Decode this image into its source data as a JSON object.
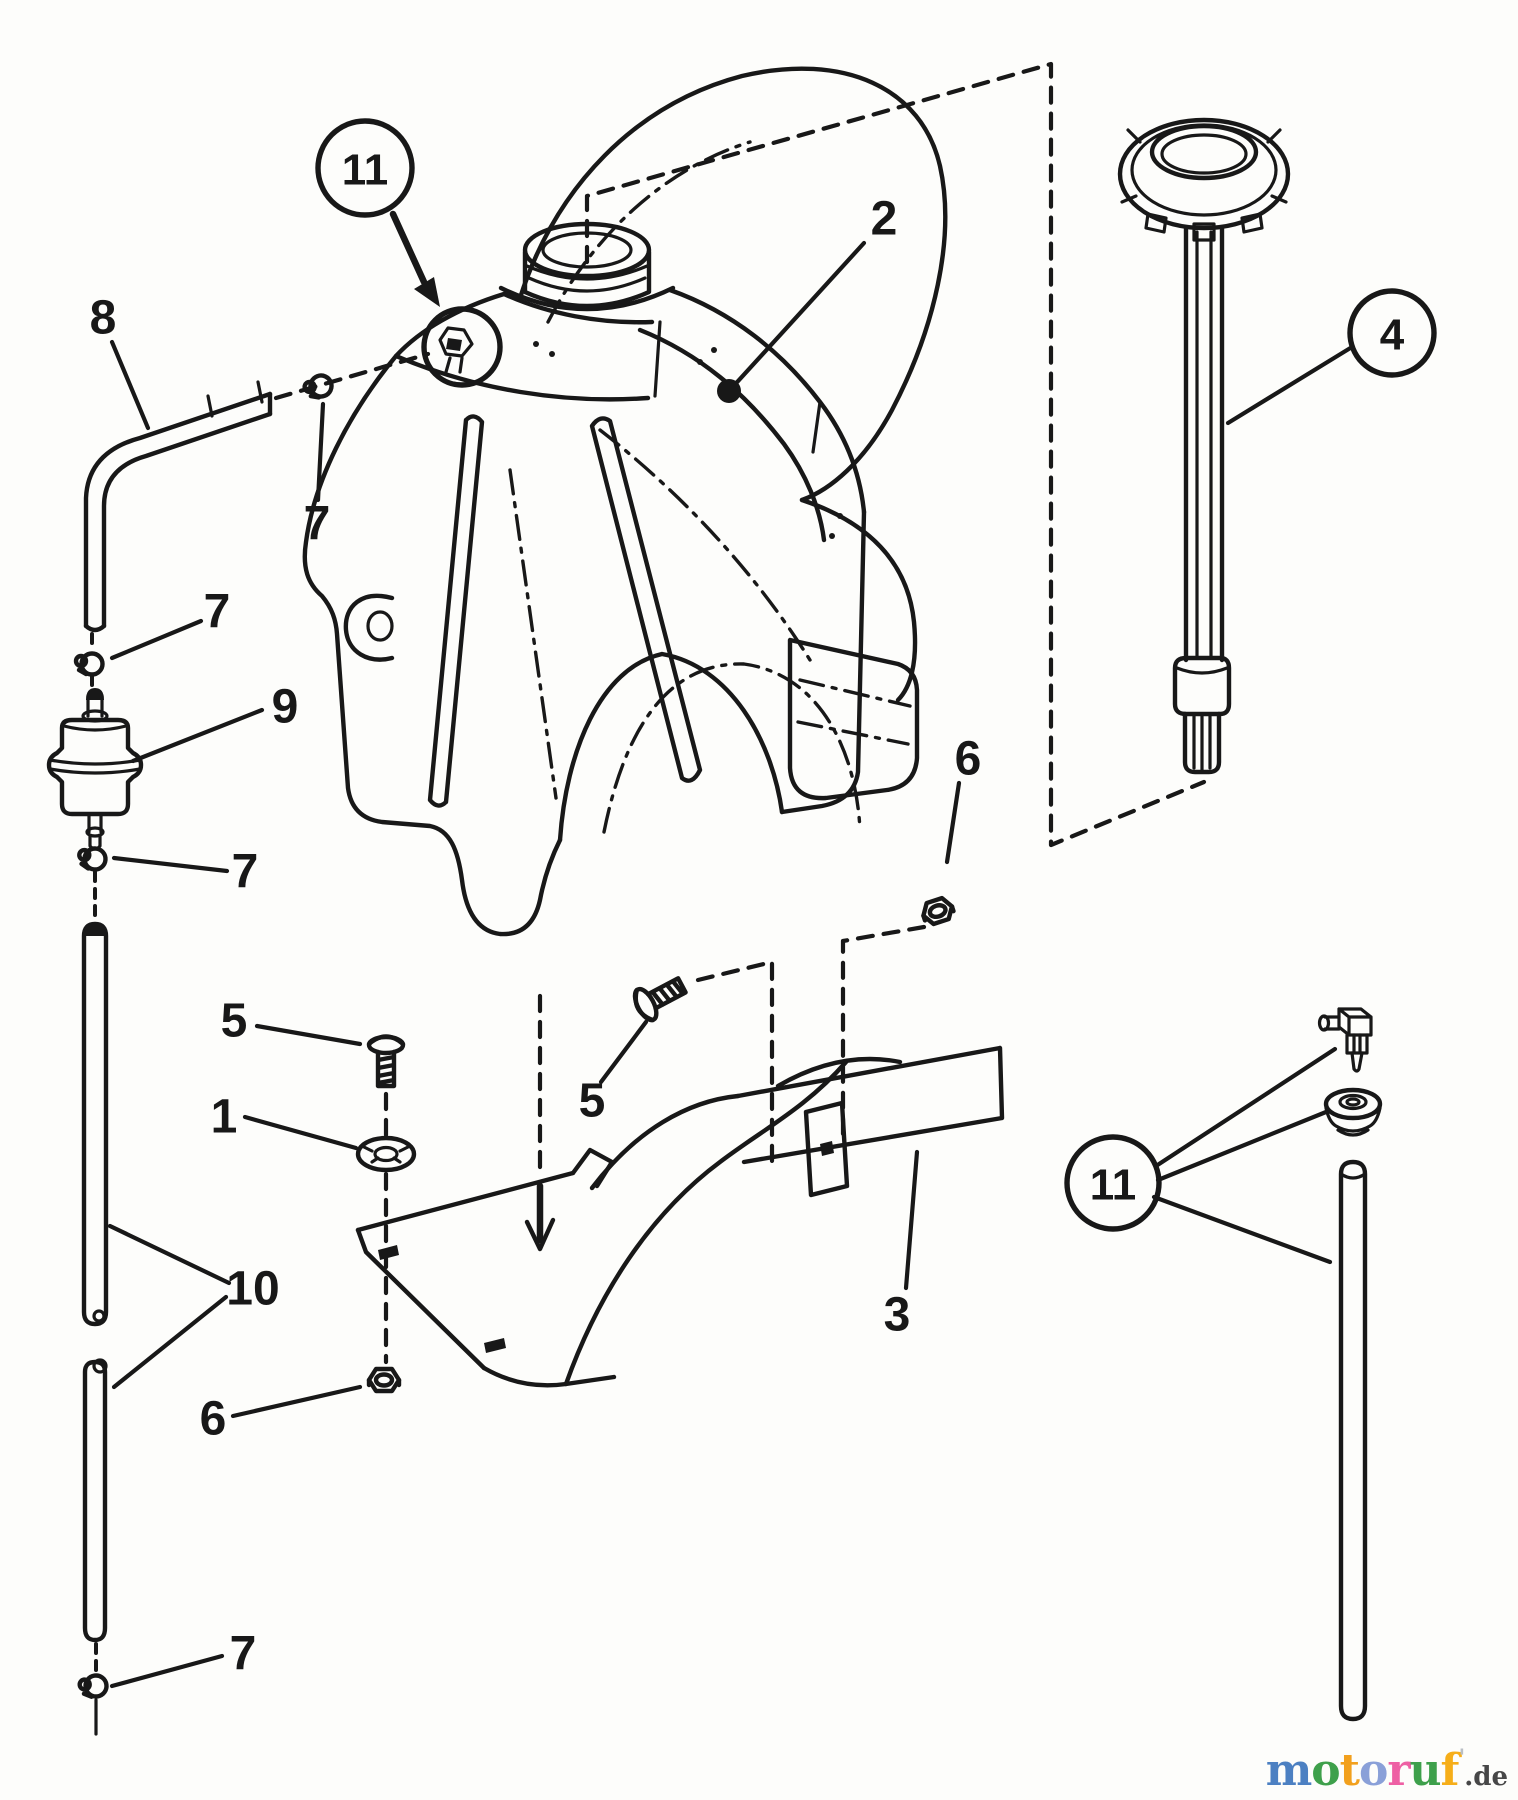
{
  "page": {
    "background": "#fdfdfb",
    "ink": "#181818"
  },
  "labels": {
    "callout_11_top": "11",
    "callout_4": "4",
    "callout_11_bottom": "11",
    "part_1": "1",
    "part_2": "2",
    "part_3": "3",
    "part_5_left": "5",
    "part_5_right": "5",
    "part_6_left": "6",
    "part_6_right": "6",
    "part_7_hose_top": "7",
    "part_7_above_filter": "7",
    "part_7_below_filter": "7",
    "part_7_bottom": "7",
    "part_8": "8",
    "part_9": "9",
    "part_10": "10"
  },
  "watermark": {
    "word": "motoruf",
    "letters": [
      {
        "char": "m",
        "color": "#4c80c2"
      },
      {
        "char": "o",
        "color": "#3ea04b"
      },
      {
        "char": "t",
        "color": "#f2a01d"
      },
      {
        "char": "o",
        "color": "#8aa0d8"
      },
      {
        "char": "r",
        "color": "#ee60a4"
      },
      {
        "char": "u",
        "color": "#3ea04b"
      },
      {
        "char": "f",
        "color": "#f6ae19"
      },
      {
        "char": "'",
        "color": "#b9bec4"
      }
    ],
    "suffix": ".de",
    "suffix_color": "#474747"
  }
}
